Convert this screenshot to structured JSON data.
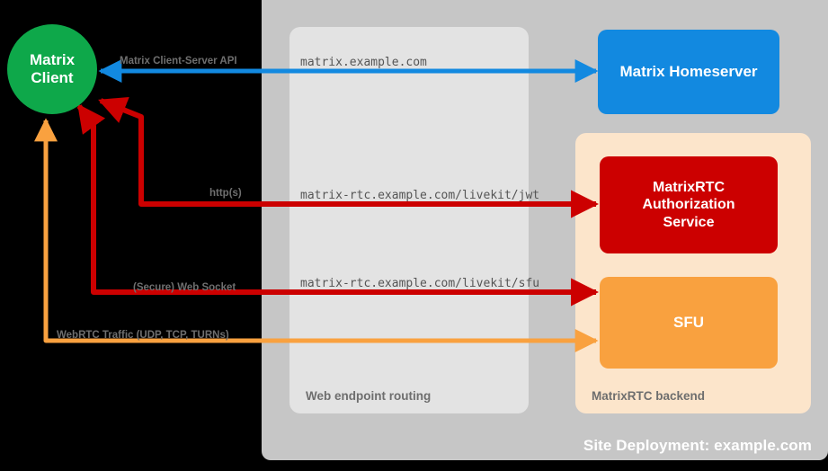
{
  "diagram": {
    "site_deployment_label": "Site Deployment: example.com",
    "containers": [
      {
        "name": "web-endpoint-routing",
        "label": "Web endpoint routing"
      },
      {
        "name": "matrixrtc-backend",
        "label": "MatrixRTC backend"
      }
    ],
    "nodes": {
      "client": {
        "line1": "Matrix",
        "line2": "Client"
      },
      "homeserver": {
        "label": "Matrix Homeserver"
      },
      "auth_service": {
        "line1": "MatrixRTC",
        "line2": "Authorization",
        "line3": "Service"
      },
      "sfu": {
        "label": "SFU"
      }
    },
    "connections": [
      {
        "name": "matrix-client-server-api",
        "protocol_label": "Matrix Client-Server API",
        "endpoint": "matrix.example.com",
        "color": "#1289e0"
      },
      {
        "name": "authorization-http",
        "protocol_label": "http(s)",
        "endpoint": "matrix-rtc.example.com/livekit/jwt",
        "color": "#cc0000"
      },
      {
        "name": "sfu-websocket",
        "protocol_label": "(Secure) Web Socket",
        "endpoint": "matrix-rtc.example.com/livekit/sfu",
        "color": "#cc0000"
      },
      {
        "name": "webrtc-media",
        "protocol_label": "WebRTC Traffic (UDP, TCP, TURNs)",
        "endpoint": "",
        "color": "#f9a13f"
      }
    ],
    "colors": {
      "background": "#000000",
      "site_container": "#c6c6c6",
      "routing_panel": "#e3e3e3",
      "backend_panel": "#fce5cb",
      "client_green": "#0ea84a",
      "homeserver_blue": "#1289e0",
      "auth_red": "#cc0000",
      "sfu_orange": "#f9a13f",
      "label_gray": "#6f6f6f"
    }
  }
}
